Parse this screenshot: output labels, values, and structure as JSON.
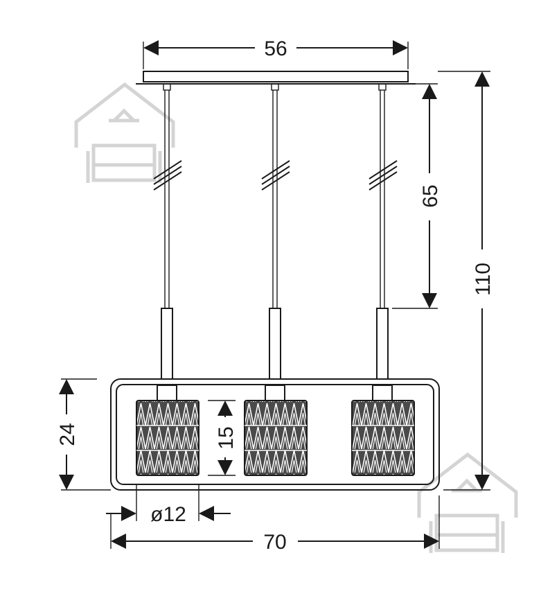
{
  "dimensions": {
    "canopy_width": "56",
    "cable_length": "65",
    "total_height": "110",
    "frame_height": "24",
    "shade_height": "15",
    "shade_diameter": "ø12",
    "total_width": "70"
  },
  "colors": {
    "ink": "#1a1a1a",
    "watermark": "#d4d4d4",
    "shade_fill": "#555555"
  },
  "icons": [
    "house-sofa-watermark-icon"
  ]
}
